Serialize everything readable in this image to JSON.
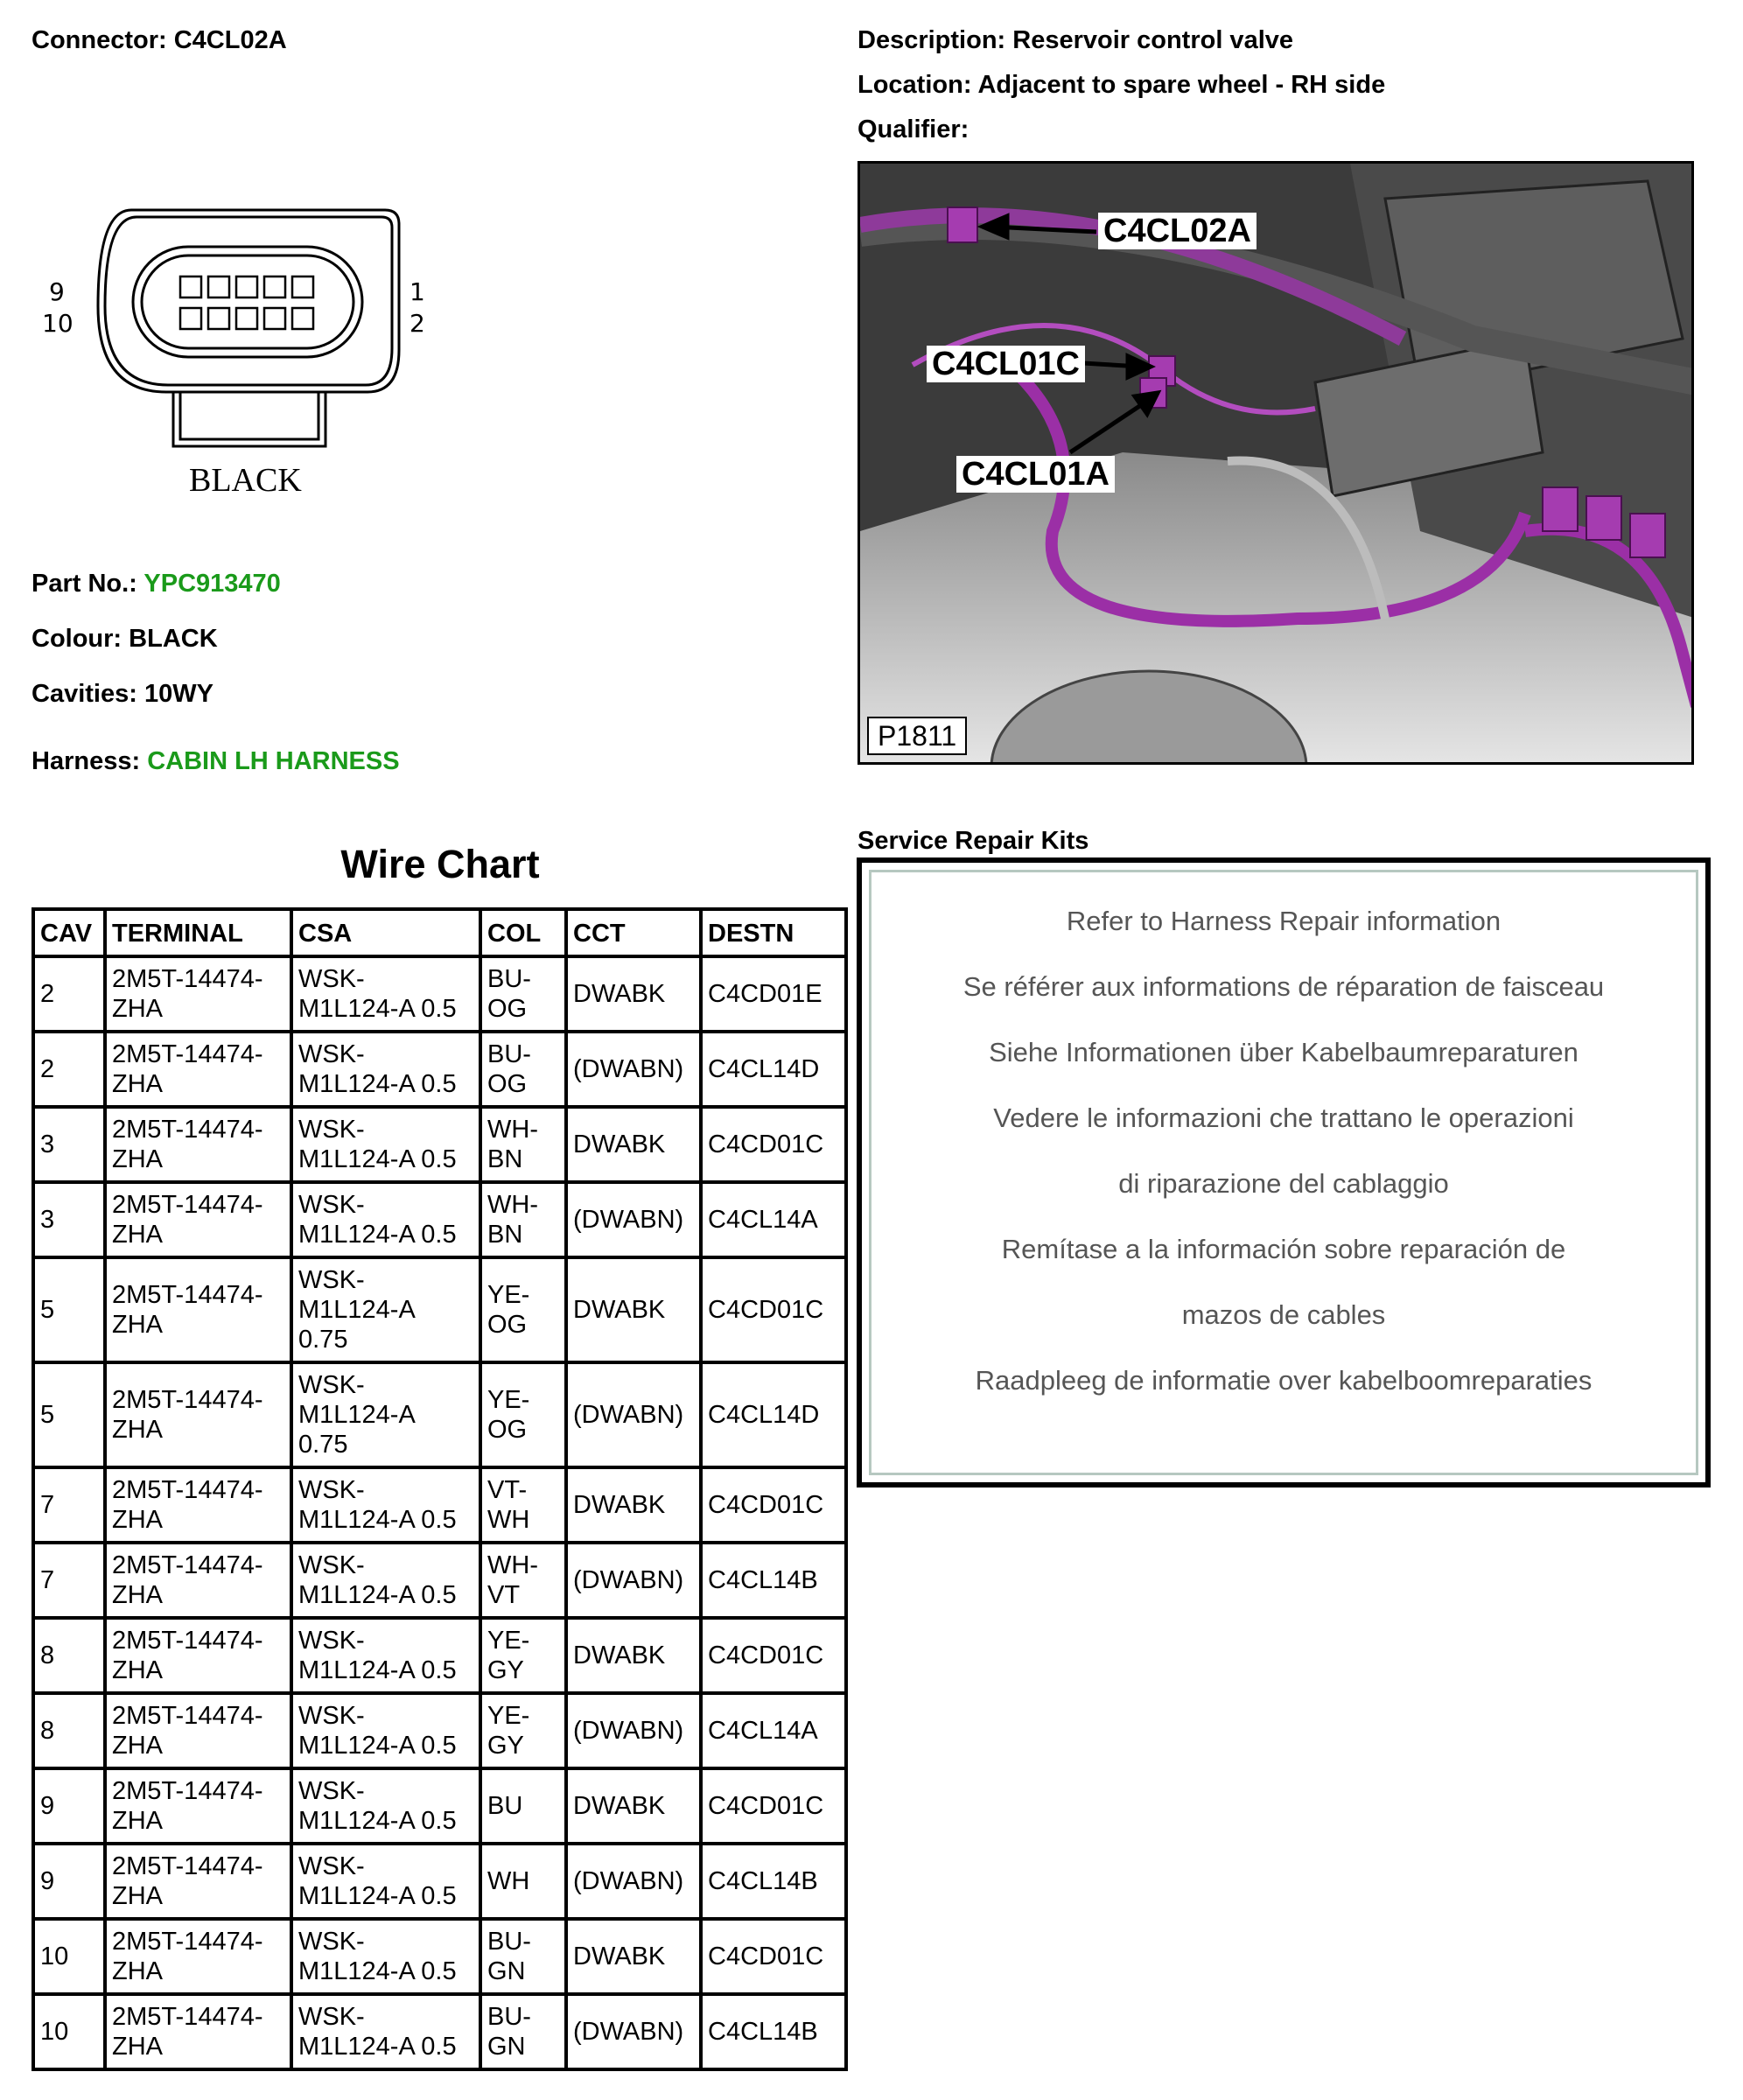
{
  "header": {
    "connector_label": "Connector:",
    "connector_value": "C4CL02A",
    "description_label": "Description:",
    "description_value": "Reservoir control valve",
    "location_label": "Location:",
    "location_value": "Adjacent to spare wheel - RH side",
    "qualifier_label": "Qualifier:"
  },
  "connector_drawing": {
    "pin_left_top": "9",
    "pin_left_bottom": "10",
    "pin_right_top": "1",
    "pin_right_bottom": "2",
    "colour_caption": "BLACK"
  },
  "details": {
    "part_no_label": "Part No.:",
    "part_no_value": "YPC913470",
    "colour_label": "Colour:",
    "colour_value": "BLACK",
    "cavities_label": "Cavities:",
    "cavities_value": "10WY",
    "harness_label": "Harness:",
    "harness_value": "CABIN LH HARNESS",
    "link_color": "#1a9a1a"
  },
  "photo": {
    "callouts": [
      "C4CL02A",
      "C4CL01C",
      "C4CL01A"
    ],
    "code": "P1811"
  },
  "wire_chart": {
    "title": "Wire Chart",
    "columns": [
      "CAV",
      "TERMINAL",
      "CSA",
      "COL",
      "CCT",
      "DESTN"
    ],
    "rows": [
      [
        "2",
        "2M5T-14474-\nZHA",
        "WSK-\nM1L124-A 0.5",
        "BU-\nOG",
        "DWABK",
        "C4CD01E"
      ],
      [
        "2",
        "2M5T-14474-\nZHA",
        "WSK-\nM1L124-A 0.5",
        "BU-\nOG",
        "(DWABN)",
        "C4CL14D"
      ],
      [
        "3",
        "2M5T-14474-\nZHA",
        "WSK-\nM1L124-A 0.5",
        "WH-\nBN",
        "DWABK",
        "C4CD01C"
      ],
      [
        "3",
        "2M5T-14474-\nZHA",
        "WSK-\nM1L124-A 0.5",
        "WH-\nBN",
        "(DWABN)",
        "C4CL14A"
      ],
      [
        "5",
        "2M5T-14474-\nZHA",
        "WSK-\nM1L124-A\n0.75",
        "YE-\nOG",
        "DWABK",
        "C4CD01C"
      ],
      [
        "5",
        "2M5T-14474-\nZHA",
        "WSK-\nM1L124-A\n0.75",
        "YE-\nOG",
        "(DWABN)",
        "C4CL14D"
      ],
      [
        "7",
        "2M5T-14474-\nZHA",
        "WSK-\nM1L124-A 0.5",
        "VT-\nWH",
        "DWABK",
        "C4CD01C"
      ],
      [
        "7",
        "2M5T-14474-\nZHA",
        "WSK-\nM1L124-A 0.5",
        "WH-\nVT",
        "(DWABN)",
        "C4CL14B"
      ],
      [
        "8",
        "2M5T-14474-\nZHA",
        "WSK-\nM1L124-A 0.5",
        "YE-\nGY",
        "DWABK",
        "C4CD01C"
      ],
      [
        "8",
        "2M5T-14474-\nZHA",
        "WSK-\nM1L124-A 0.5",
        "YE-\nGY",
        "(DWABN)",
        "C4CL14A"
      ],
      [
        "9",
        "2M5T-14474-\nZHA",
        "WSK-\nM1L124-A 0.5",
        "BU",
        "DWABK",
        "C4CD01C"
      ],
      [
        "9",
        "2M5T-14474-\nZHA",
        "WSK-\nM1L124-A 0.5",
        "WH",
        "(DWABN)",
        "C4CL14B"
      ],
      [
        "10",
        "2M5T-14474-\nZHA",
        "WSK-\nM1L124-A 0.5",
        "BU-\nGN",
        "DWABK",
        "C4CD01C"
      ],
      [
        "10",
        "2M5T-14474-\nZHA",
        "WSK-\nM1L124-A 0.5",
        "BU-\nGN",
        "(DWABN)",
        "C4CL14B"
      ]
    ]
  },
  "repair_kits": {
    "title": "Service Repair Kits",
    "lines": [
      "Refer to Harness Repair information",
      "Se référer aux informations de réparation de faisceau",
      "Siehe Informationen über Kabelbaumreparaturen",
      "Vedere le informazioni che trattano le operazioni",
      "di riparazione del cablaggio",
      "Remítase a la información sobre reparación de",
      "mazos de cables",
      "Raadpleeg de informatie over kabelboomreparaties"
    ]
  }
}
